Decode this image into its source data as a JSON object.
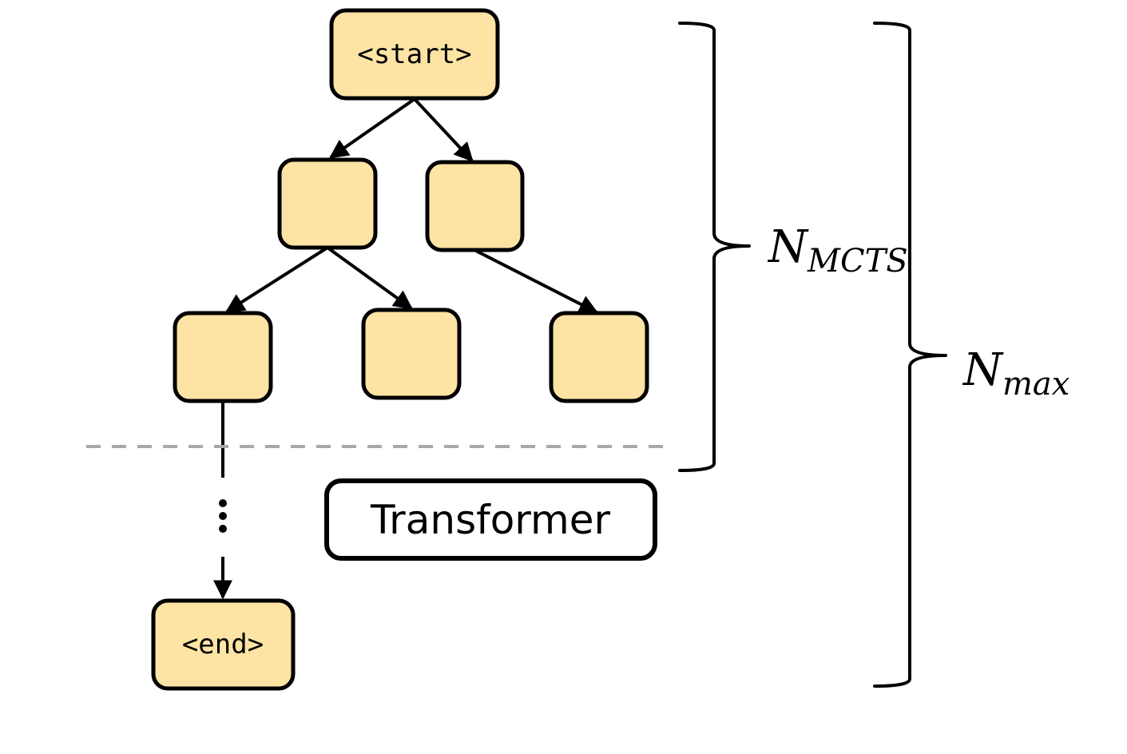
{
  "diagram": {
    "start_label": "<start>",
    "end_label": "<end>",
    "model_label": "Transformer",
    "brace_inner": {
      "base": "N",
      "sub": "MCTS"
    },
    "brace_outer": {
      "base": "N",
      "sub": "max"
    },
    "colors": {
      "node_fill": "#fde3a4",
      "stroke": "#000000",
      "dashed_line": "#a8a8a8"
    }
  }
}
